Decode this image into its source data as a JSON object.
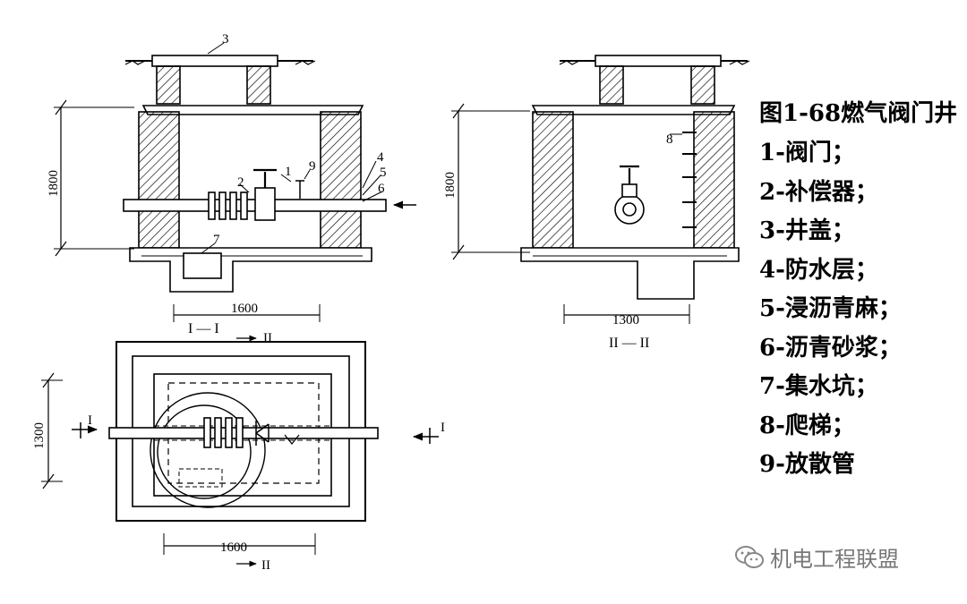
{
  "figure": {
    "title": "图1-68燃气阀门井",
    "legend": [
      "1-阀门；",
      "2-补偿器；",
      "3-井盖；",
      "4-防水层；",
      "5-浸沥青麻；",
      "6-沥青砂浆；",
      "7-集水坑；",
      "8-爬梯；",
      "9-放散管"
    ]
  },
  "views": {
    "section1": {
      "height_dim": "1800",
      "width_dim": "1600",
      "caption": "I — I",
      "labels": [
        "3",
        "1",
        "2",
        "9",
        "4",
        "5",
        "6",
        "7"
      ]
    },
    "section2": {
      "height_dim": "1800",
      "width_dim": "1300",
      "caption": "II — II",
      "labels": [
        "8"
      ]
    },
    "plan": {
      "height_dim": "1300",
      "width_dim": "1600",
      "cut_mark_left": "I",
      "cut_mark_right": "I",
      "cut_mark_top": "II",
      "cut_mark_bottom": "II"
    }
  },
  "watermark": {
    "text": "机电工程联盟",
    "icon": "wechat-icon"
  }
}
